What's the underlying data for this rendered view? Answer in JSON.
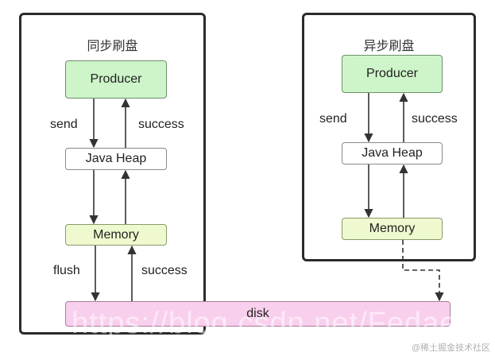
{
  "sync": {
    "title": "同步刷盘",
    "producer": "Producer",
    "heap": "Java Heap",
    "memory": "Memory",
    "send": "send",
    "success_top": "success",
    "flush": "flush",
    "success_bottom": "success"
  },
  "async": {
    "title": "异步刷盘",
    "producer": "Producer",
    "heap": "Java Heap",
    "memory": "Memory",
    "send": "send",
    "success": "success"
  },
  "disk": {
    "label": "disk"
  },
  "watermark": "https://blog.csdn.net/Fedae",
  "credit": "@稀土掘金技术社区",
  "colors": {
    "producer": "#cdf5c9",
    "memory": "#eef9cf",
    "disk": "#f9cfee",
    "border": "#2b2b2b"
  }
}
